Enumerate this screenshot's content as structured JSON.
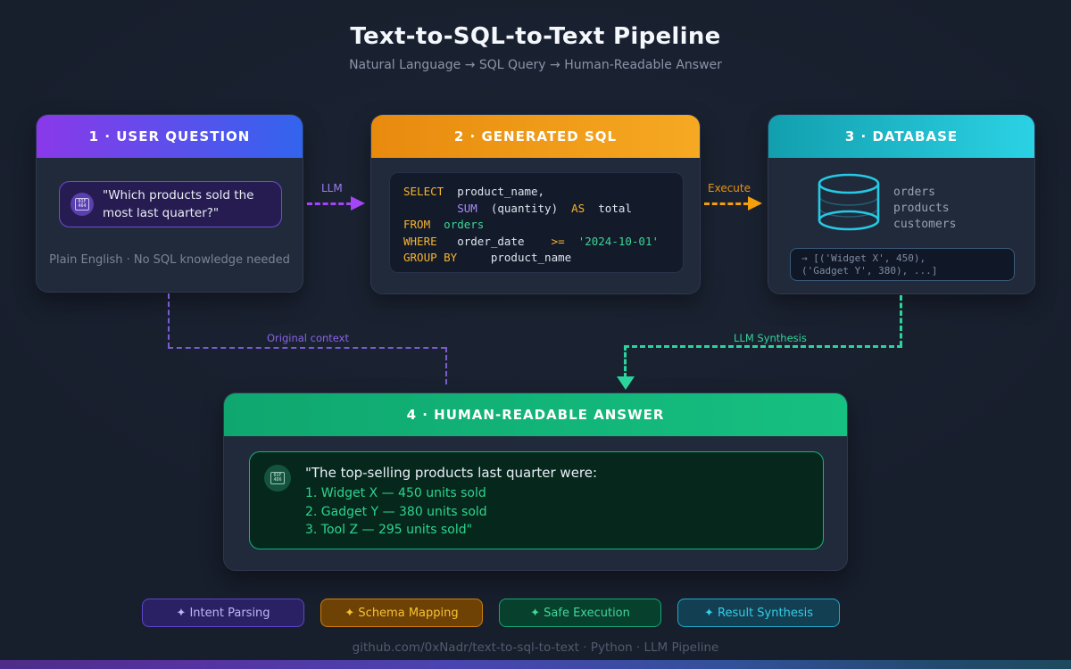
{
  "header": {
    "title": "Text-to-SQL-to-Text Pipeline",
    "subtitle": "Natural Language → SQL Query → Human-Readable Answer"
  },
  "cards": {
    "user_question": {
      "title": "1 · USER QUESTION",
      "quote": "\"Which products sold the most last quarter?\"",
      "note": "Plain English · No SQL knowledge needed",
      "icon_hex_top": "01F",
      "icon_hex_bottom": "464"
    },
    "generated_sql": {
      "title": "2 · GENERATED SQL",
      "code_lines": [
        [
          [
            "kw",
            "SELECT"
          ],
          [
            "id",
            "  product_name,"
          ]
        ],
        [
          [
            "id",
            "        "
          ],
          [
            "fn",
            "SUM"
          ],
          [
            "id",
            "  (quantity)  "
          ],
          [
            "kw",
            "AS"
          ],
          [
            "id",
            "  total"
          ]
        ],
        [
          [
            "kw",
            "FROM"
          ],
          [
            "id",
            "  "
          ],
          [
            "str",
            "orders"
          ]
        ],
        [
          [
            "kw",
            "WHERE"
          ],
          [
            "id",
            "   order_date    "
          ],
          [
            "kw",
            ">="
          ],
          [
            "id",
            "  "
          ],
          [
            "str",
            "'2024-10-01'"
          ]
        ],
        [
          [
            "kw",
            "GROUP BY"
          ],
          [
            "id",
            "     product_name"
          ]
        ]
      ]
    },
    "database": {
      "title": "3 · DATABASE",
      "tables": [
        "orders",
        "products",
        "customers"
      ],
      "result_lines": [
        "→ [('Widget X', 450),",
        "('Gadget Y', 380), ...]"
      ]
    },
    "answer": {
      "title": "4 · HUMAN-READABLE ANSWER",
      "lead": "\"The top-selling products last quarter were:",
      "items": [
        "1. Widget X — 450 units sold",
        "2. Gadget Y — 380 units sold",
        "3. Tool Z — 295 units sold\""
      ],
      "icon_hex_top": "01F",
      "icon_hex_bottom": "4D6"
    }
  },
  "arrows": {
    "llm_label": "LLM",
    "execute_label": "Execute",
    "original_context_label": "Original context",
    "llm_synthesis_label": "LLM Synthesis"
  },
  "badges": [
    {
      "label": "✦ Intent Parsing"
    },
    {
      "label": "✦ Schema Mapping"
    },
    {
      "label": "✦ Safe Execution"
    },
    {
      "label": "✦ Result Synthesis"
    }
  ],
  "footer": "github.com/0xNadr/text-to-sql-to-text · Python · LLM Pipeline",
  "colors": {
    "background": "#171e2c",
    "card_body": "#212a3b",
    "stage1_gradient": [
      "#8a39ea",
      "#3264ee"
    ],
    "stage2_gradient": [
      "#e88a0e",
      "#f6a922"
    ],
    "stage3_gradient": [
      "#129fae",
      "#2bd2e4"
    ],
    "stage4_gradient": [
      "#0fa76f",
      "#16c081"
    ],
    "sql_keyword": "#f5b52e",
    "sql_function": "#a78bfa",
    "sql_string": "#3bd695",
    "arrow_llm": "#a445f7",
    "arrow_execute": "#f59e0b",
    "connector_context": "#7a5cd0",
    "connector_synthesis": "#2bd49c",
    "bottom_strip_gradient": [
      "#4e2c88",
      "#4a44b0",
      "#1d4a5f"
    ]
  }
}
